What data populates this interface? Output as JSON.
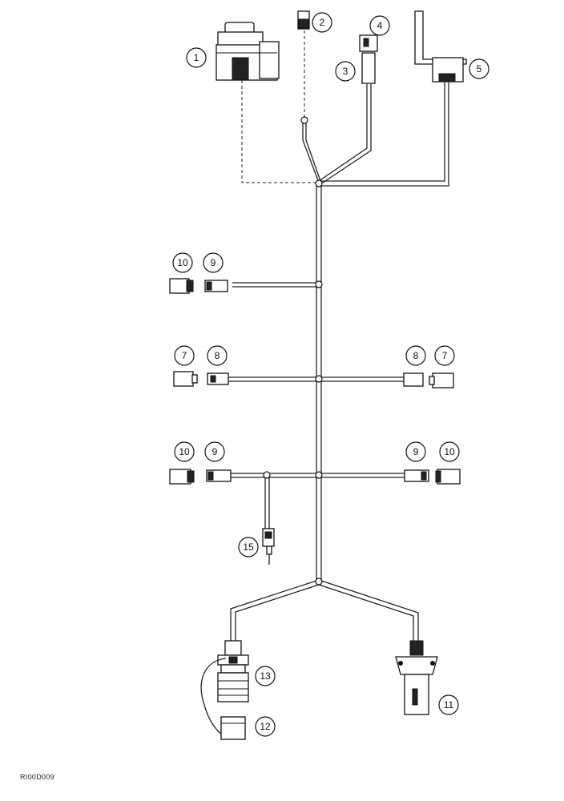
{
  "figure_ref": "RI00D009",
  "callouts": [
    "1",
    "2",
    "3",
    "4",
    "5",
    "7",
    "8",
    "9",
    "10",
    "11",
    "12",
    "13",
    "15"
  ],
  "colors": {
    "line": "#222222",
    "background": "#ffffff"
  }
}
